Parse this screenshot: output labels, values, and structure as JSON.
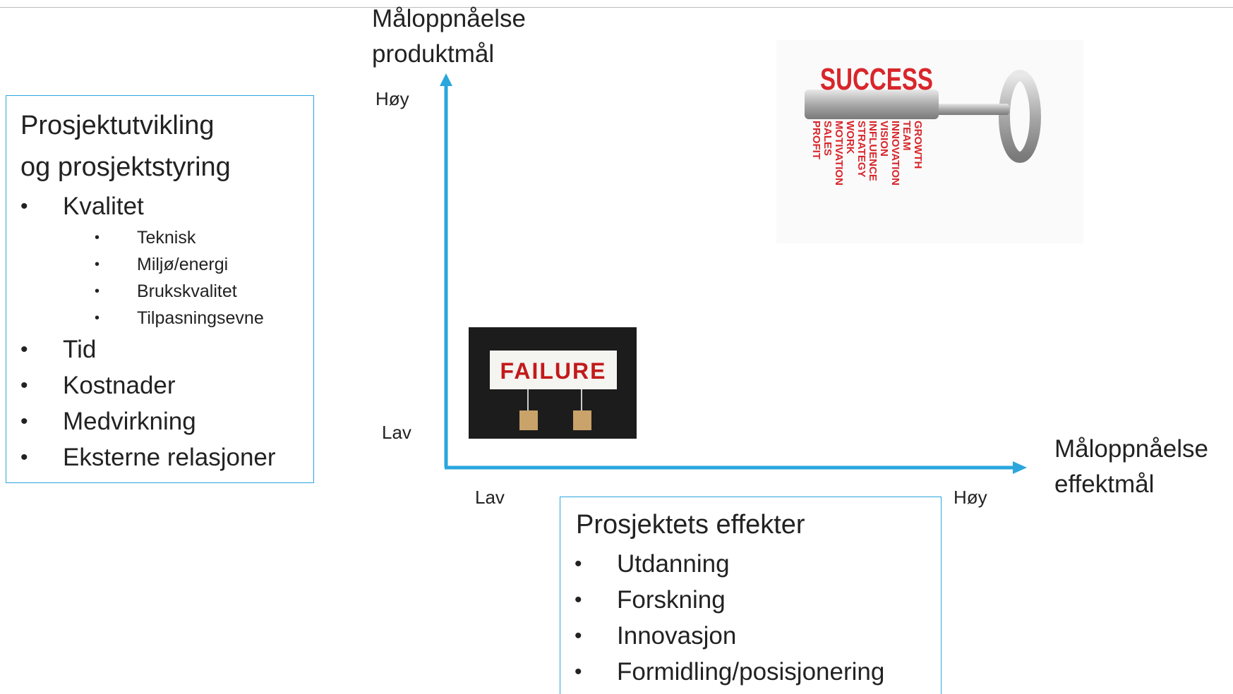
{
  "left_box": {
    "title_line1": "Prosjektutvikling",
    "title_line2": "og prosjektstyring",
    "items": [
      {
        "label": "Kvalitet",
        "subitems": [
          "Teknisk",
          "Miljø/energi",
          "Brukskvalitet",
          "Tilpasningsevne"
        ]
      },
      {
        "label": "Tid"
      },
      {
        "label": "Kostnader"
      },
      {
        "label": "Medvirkning"
      },
      {
        "label": "Eksterne relasjoner"
      }
    ]
  },
  "y_axis": {
    "title_line1": "Måloppnåelse",
    "title_line2": "produktmål",
    "high": "Høy",
    "low": "Lav"
  },
  "x_axis": {
    "title_line1": "Måloppnåelse",
    "title_line2": "effektmål",
    "low": "Lav",
    "high": "Høy"
  },
  "bottom_box": {
    "title": "Prosjektets effekter",
    "items": [
      "Utdanning",
      "Forskning",
      "Innovasjon",
      "Formidling/posisjonering"
    ]
  },
  "success_image": {
    "headline": "SUCCESS",
    "words": [
      "PROFIT",
      "SALES",
      "MOTIVATION",
      "WORK",
      "STRATEGY",
      "INFLUENCE",
      "VISION",
      "INNOVATION",
      "TEAM",
      "GROWTH"
    ]
  },
  "failure_image": {
    "sign_text": "FAILURE"
  },
  "colors": {
    "axis": "#2aa6dd",
    "box_border": "#2aa6dd",
    "success_red": "#d8262b",
    "failure_red": "#c21a1a"
  }
}
